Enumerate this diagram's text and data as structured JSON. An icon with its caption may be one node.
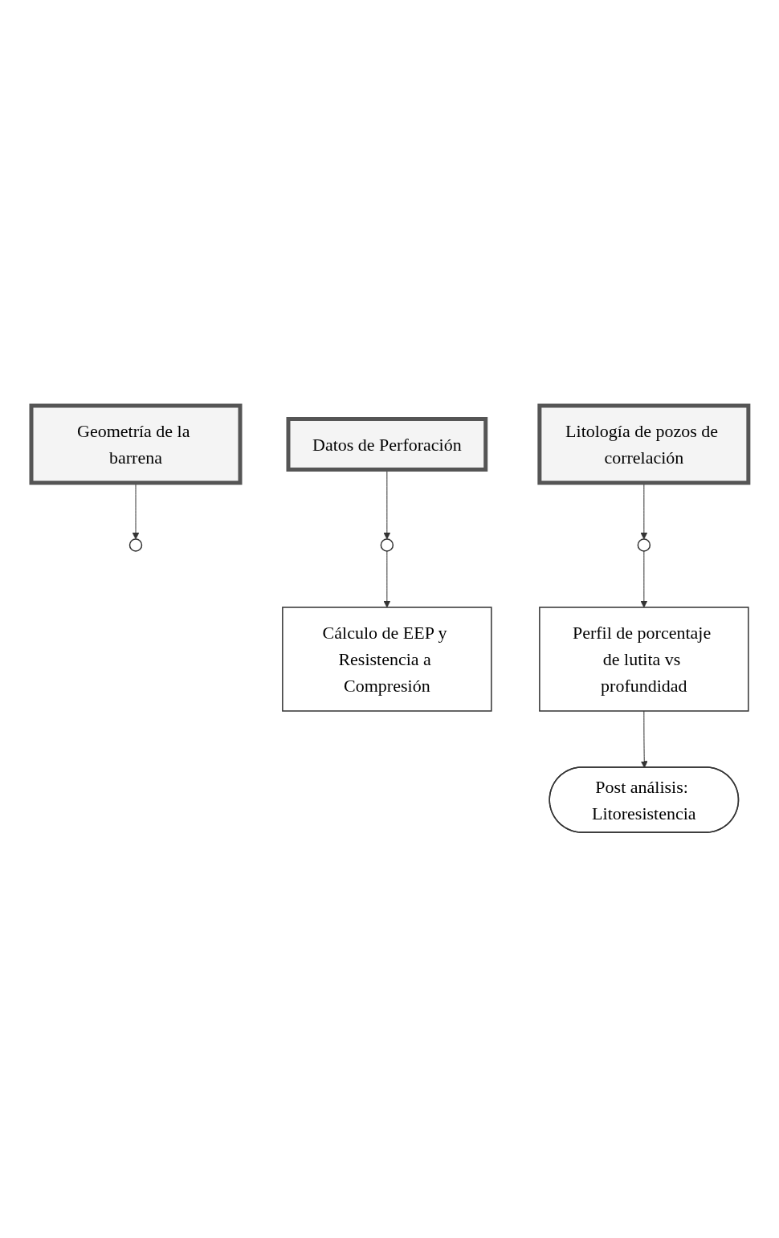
{
  "diagram": {
    "nodes": [
      {
        "text": [],
        "shape": "circle"
      },
      {
        "text": [
          "Geometría de la barrena"
        ]
      },
      {
        "text": [],
        "shape": "circle"
      },
      {
        "text": [
          "Datos de Perforación"
        ]
      },
      {
        "text": [
          "Cálculo de EEP y Resistencia a Compresión"
        ]
      },
      {
        "text": [],
        "shape": "circle"
      },
      {
        "text": [
          "Litología de pozos de correlación"
        ]
      },
      {
        "text": [
          "Perfil de porcentaje de lutita vs profundidad"
        ]
      },
      {
        "text": [
          "Post análisis: Litoresistencia"
        ]
      }
    ],
    "edges": [
      {
        "from": 1,
        "to": 0,
        "arrow": "to"
      },
      {
        "from": 3,
        "to": 2,
        "arrow": "to"
      },
      {
        "from": 2,
        "to": 4,
        "arrow": "to"
      },
      {
        "from": 6,
        "to": 5,
        "arrow": "to"
      },
      {
        "from": 5,
        "to": 7,
        "arrow": "to"
      },
      {
        "from": 7,
        "to": 8,
        "arrow": "to"
      }
    ]
  }
}
